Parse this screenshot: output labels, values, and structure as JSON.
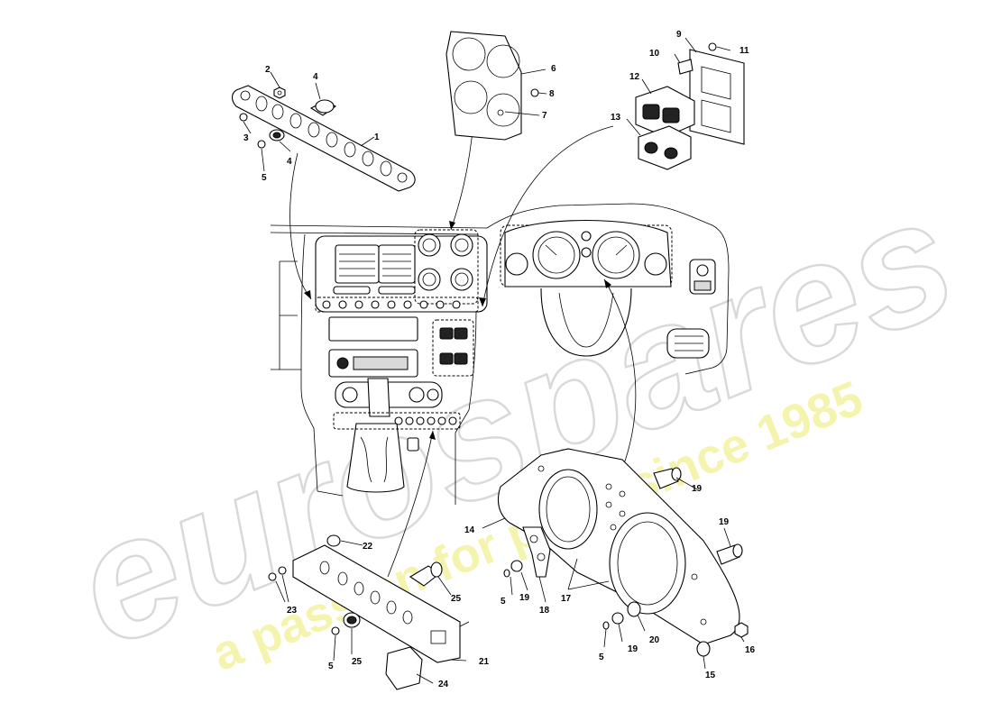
{
  "watermark": {
    "brand": "eurospares",
    "tagline": "a passion for parts since 1985"
  },
  "callouts": [
    {
      "id": "c1",
      "text": "1"
    },
    {
      "id": "c2",
      "text": "2"
    },
    {
      "id": "c3",
      "text": "3"
    },
    {
      "id": "c4a",
      "text": "4"
    },
    {
      "id": "c4b",
      "text": "4"
    },
    {
      "id": "c5a",
      "text": "5"
    },
    {
      "id": "c5b",
      "text": "5"
    },
    {
      "id": "c5c",
      "text": "5"
    },
    {
      "id": "c5d",
      "text": "5"
    },
    {
      "id": "c6",
      "text": "6"
    },
    {
      "id": "c7",
      "text": "7"
    },
    {
      "id": "c8",
      "text": "8"
    },
    {
      "id": "c9",
      "text": "9"
    },
    {
      "id": "c10",
      "text": "10"
    },
    {
      "id": "c11",
      "text": "11"
    },
    {
      "id": "c12",
      "text": "12"
    },
    {
      "id": "c13",
      "text": "13"
    },
    {
      "id": "c14",
      "text": "14"
    },
    {
      "id": "c15",
      "text": "15"
    },
    {
      "id": "c16",
      "text": "16"
    },
    {
      "id": "c17",
      "text": "17"
    },
    {
      "id": "c18",
      "text": "18"
    },
    {
      "id": "c19a",
      "text": "19"
    },
    {
      "id": "c19b",
      "text": "19"
    },
    {
      "id": "c19c",
      "text": "19"
    },
    {
      "id": "c19d",
      "text": "19"
    },
    {
      "id": "c20",
      "text": "20"
    },
    {
      "id": "c21",
      "text": "21"
    },
    {
      "id": "c22",
      "text": "22"
    },
    {
      "id": "c23",
      "text": "23"
    },
    {
      "id": "c24",
      "text": "24"
    },
    {
      "id": "c25a",
      "text": "25"
    },
    {
      "id": "c25b",
      "text": "25"
    }
  ]
}
